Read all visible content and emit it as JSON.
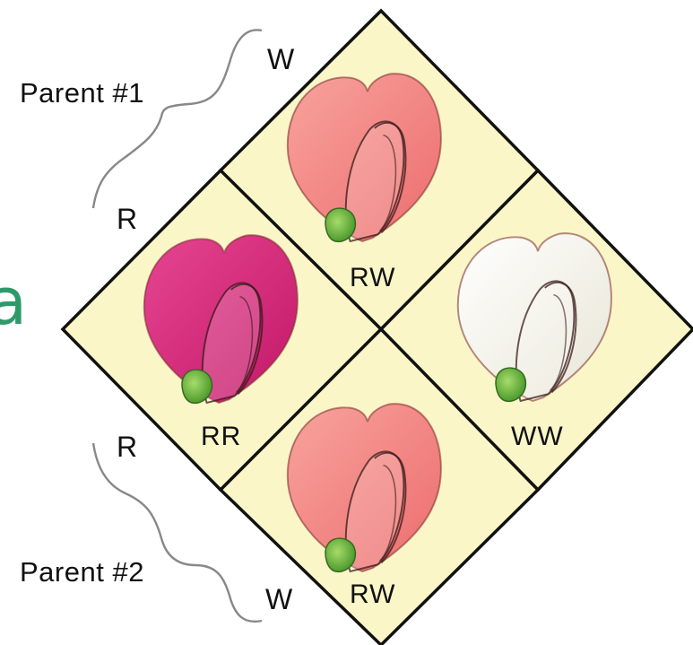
{
  "parents": {
    "parent1": {
      "label": "Parent #1",
      "allele_top": "W",
      "allele_bottom": "R"
    },
    "parent2": {
      "label": "Parent #2",
      "allele_top": "R",
      "allele_bottom": "W"
    }
  },
  "cells": {
    "top": {
      "genotype": "RW",
      "flower_color": "#f48a86"
    },
    "left": {
      "genotype": "RR",
      "flower_color": "#d42a78"
    },
    "right": {
      "genotype": "WW",
      "flower_color": "#f4f2e6"
    },
    "bottom": {
      "genotype": "RW",
      "flower_color": "#f48a86"
    }
  },
  "edge_glyph": "a",
  "colors": {
    "cell_fill": "#fbf6c8",
    "grid_line": "#111111",
    "calyx": "#6ab83a"
  }
}
